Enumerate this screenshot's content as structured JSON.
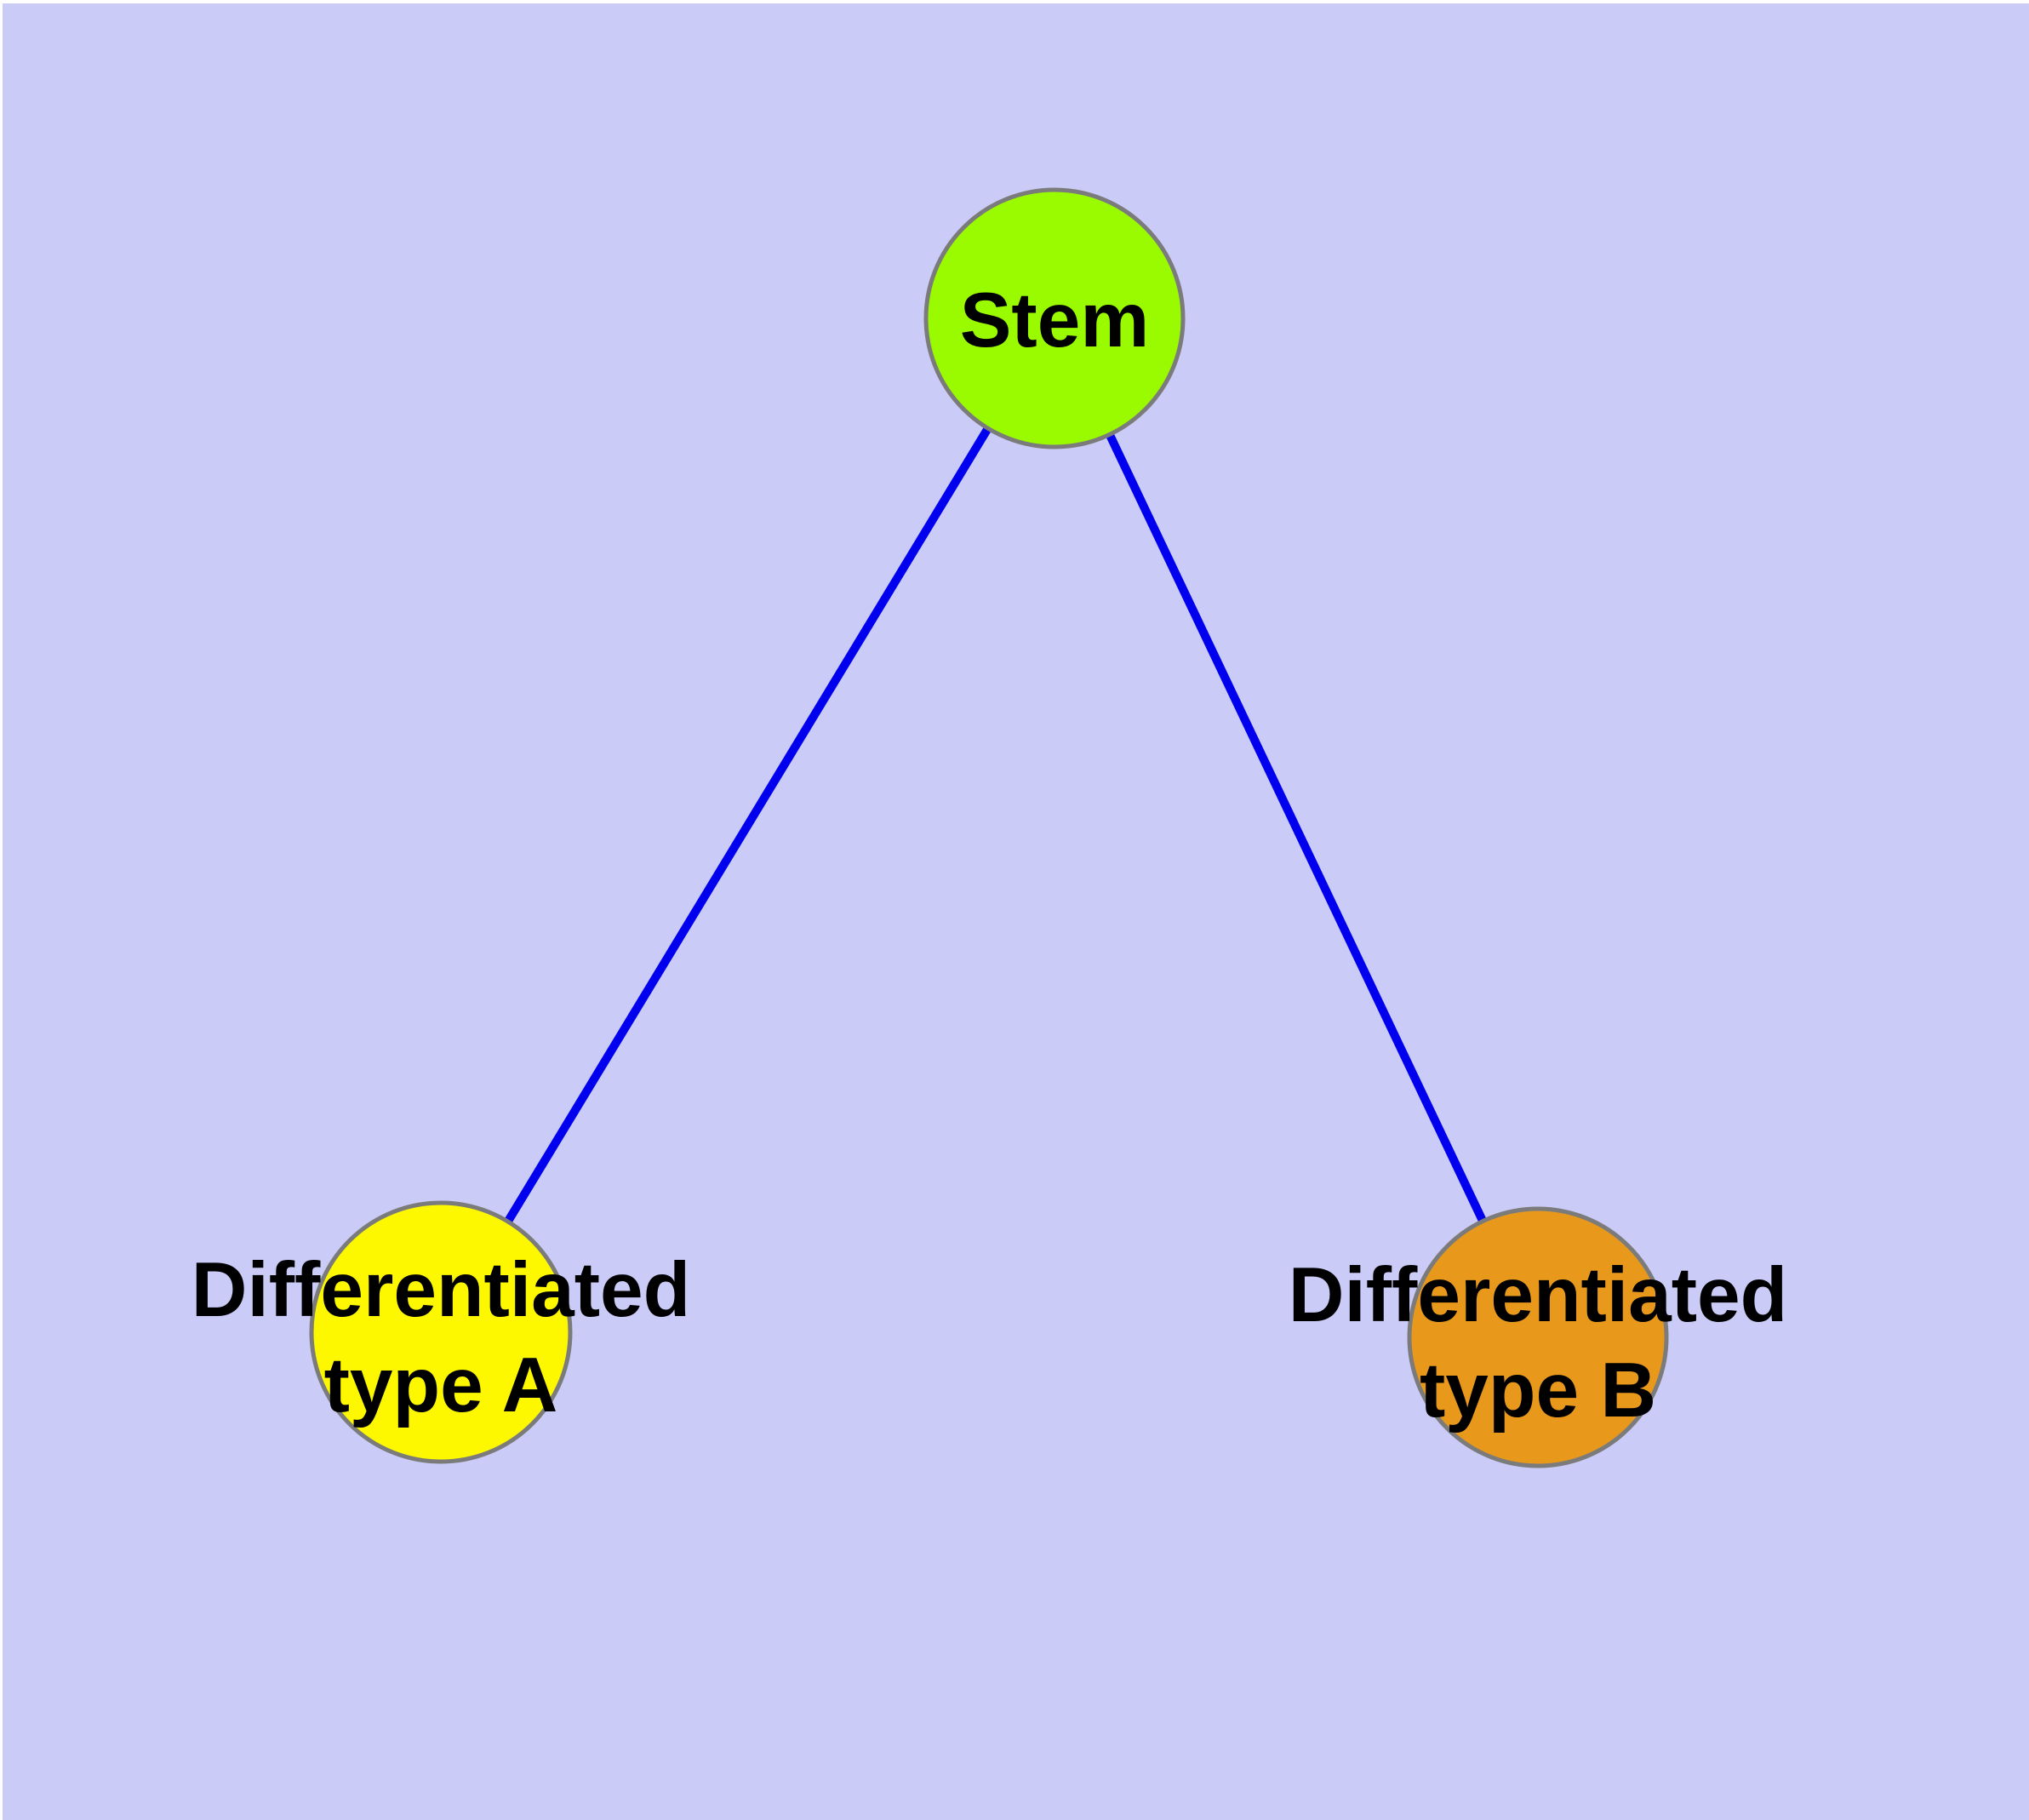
{
  "canvas": {
    "background_color": "#CBCBF8",
    "margin_color": "#FFFFFF"
  },
  "graph": {
    "edge_color": "#0000EE",
    "node_border_color": "#7B7B7B",
    "label_color": "#000000",
    "nodes": [
      {
        "id": "stem",
        "lines": [
          "Stem",
          ""
        ],
        "fill": "#9AFB00"
      },
      {
        "id": "differentiated-type-a",
        "lines": [
          "Differentiated",
          "type A"
        ],
        "fill": "#FDF800"
      },
      {
        "id": "differentiated-type-b",
        "lines": [
          "Differentiated",
          "type B"
        ],
        "fill": "#E8991C"
      }
    ],
    "edges": [
      {
        "from": "Stem",
        "to": "Differentiated type A"
      },
      {
        "from": "Stem",
        "to": "Differentiated type B"
      }
    ]
  }
}
